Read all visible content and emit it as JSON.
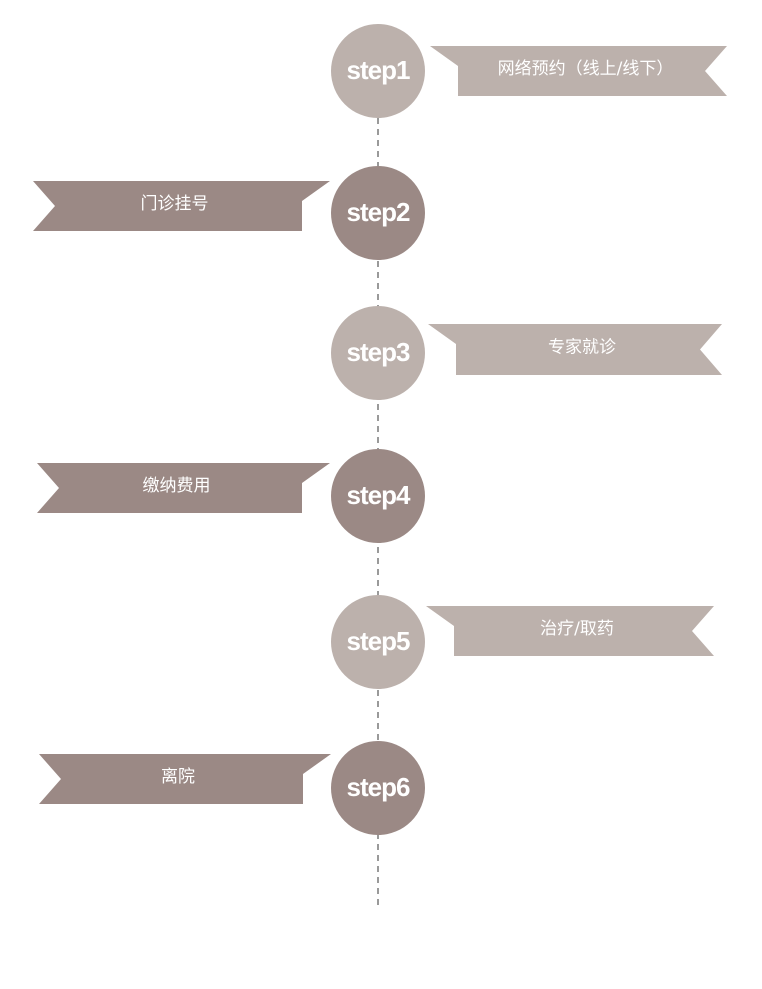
{
  "colors": {
    "light": "#bcb1ac",
    "dark": "#9b8985",
    "connector": "#9a9a9a",
    "text": "#ffffff"
  },
  "steps": [
    {
      "step": "step1",
      "label": "网络预约（线上/线下）",
      "side": "right",
      "tone": "light"
    },
    {
      "step": "step2",
      "label": "门诊挂号",
      "side": "left",
      "tone": "dark"
    },
    {
      "step": "step3",
      "label": "专家就诊",
      "side": "right",
      "tone": "light"
    },
    {
      "step": "step4",
      "label": "缴纳费用",
      "side": "left",
      "tone": "dark"
    },
    {
      "step": "step5",
      "label": "治疗/取药",
      "side": "right",
      "tone": "light"
    },
    {
      "step": "step6",
      "label": "离院",
      "side": "left",
      "tone": "dark"
    }
  ]
}
